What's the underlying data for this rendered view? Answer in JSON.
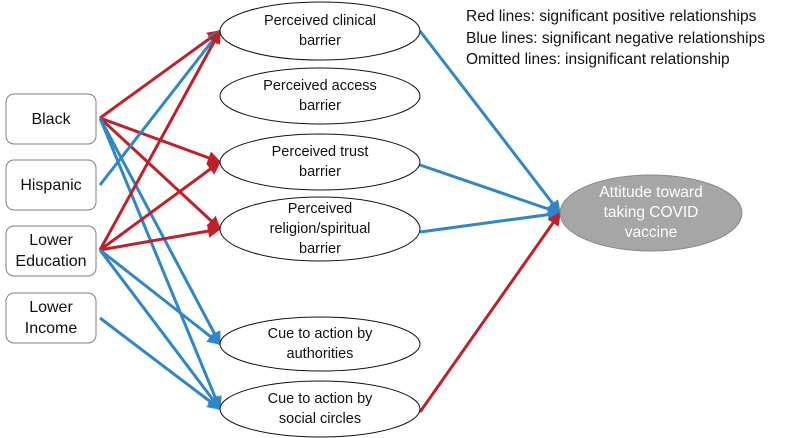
{
  "legend": [
    "Red lines: significant positive relationships",
    "Blue lines: significant negative relationships",
    "Omitted lines: insignificant relationship"
  ],
  "predictors": [
    {
      "id": "black",
      "lines": [
        "Black"
      ]
    },
    {
      "id": "hispanic",
      "lines": [
        "Hispanic"
      ]
    },
    {
      "id": "lower-education",
      "lines": [
        "Lower",
        "Education"
      ]
    },
    {
      "id": "lower-income",
      "lines": [
        "Lower",
        "Income"
      ]
    }
  ],
  "mediators": [
    {
      "id": "clinical",
      "lines": [
        "Perceived clinical",
        "barrier"
      ]
    },
    {
      "id": "access",
      "lines": [
        "Perceived access",
        "barrier"
      ]
    },
    {
      "id": "trust",
      "lines": [
        "Perceived trust",
        "barrier"
      ]
    },
    {
      "id": "religion",
      "lines": [
        "Perceived",
        "religion/spiritual",
        "barrier"
      ]
    },
    {
      "id": "authorities",
      "lines": [
        "Cue to action by",
        "authorities"
      ]
    },
    {
      "id": "social",
      "lines": [
        "Cue to action by",
        "social circles"
      ]
    }
  ],
  "outcome": {
    "id": "attitude",
    "lines": [
      "Attitude toward",
      "taking COVID",
      "vaccine"
    ]
  },
  "colors": {
    "positive": "#c0202a",
    "negative": "#2f86c8",
    "outcome_fill": "#a6a6a6"
  },
  "edges": [
    {
      "from": "black",
      "to": "clinical",
      "sign": "positive"
    },
    {
      "from": "black",
      "to": "trust",
      "sign": "positive"
    },
    {
      "from": "black",
      "to": "religion",
      "sign": "positive"
    },
    {
      "from": "black",
      "to": "authorities",
      "sign": "negative"
    },
    {
      "from": "black",
      "to": "social",
      "sign": "negative"
    },
    {
      "from": "hispanic",
      "to": "clinical",
      "sign": "negative"
    },
    {
      "from": "lower-education",
      "to": "clinical",
      "sign": "positive"
    },
    {
      "from": "lower-education",
      "to": "trust",
      "sign": "positive"
    },
    {
      "from": "lower-education",
      "to": "religion",
      "sign": "positive"
    },
    {
      "from": "lower-education",
      "to": "authorities",
      "sign": "negative"
    },
    {
      "from": "lower-education",
      "to": "social",
      "sign": "negative"
    },
    {
      "from": "lower-income",
      "to": "social",
      "sign": "negative"
    },
    {
      "from": "clinical",
      "to": "attitude",
      "sign": "negative"
    },
    {
      "from": "trust",
      "to": "attitude",
      "sign": "negative"
    },
    {
      "from": "religion",
      "to": "attitude",
      "sign": "negative"
    },
    {
      "from": "social",
      "to": "attitude",
      "sign": "positive"
    }
  ]
}
